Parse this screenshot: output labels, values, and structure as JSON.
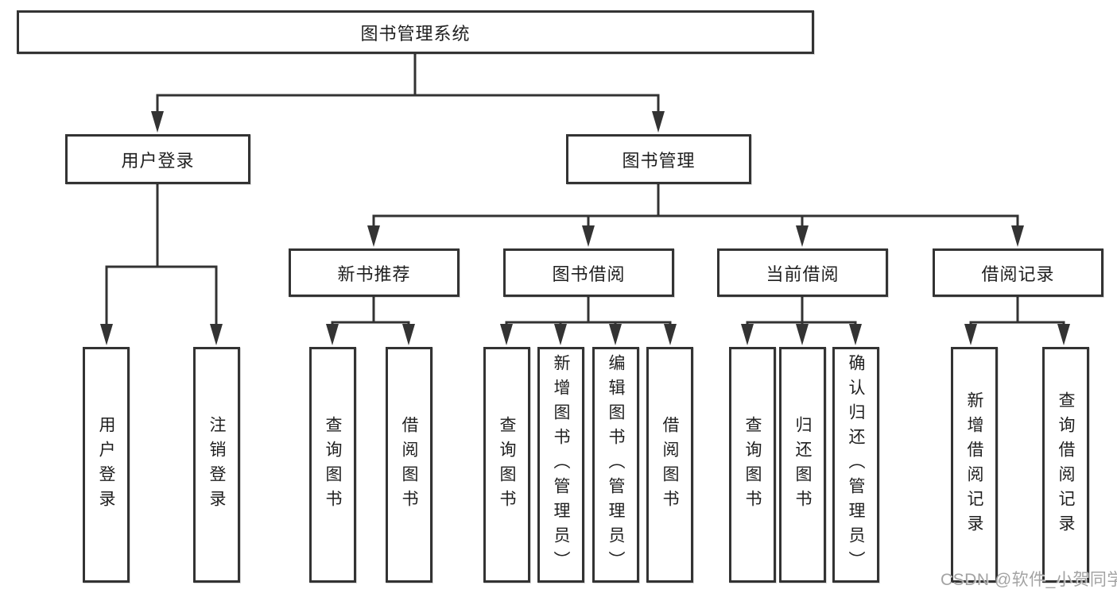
{
  "diagram": {
    "title": "图书管理系统",
    "watermark": "CSDN @软件_小贺同学",
    "colors": {
      "background": "#ffffff",
      "line": "#333333",
      "box_border": "#333333",
      "text": "#1f1f1f",
      "watermark": "#9e9e9e"
    },
    "nodes": {
      "root": "图书管理系统",
      "user_login": "用户登录",
      "book_manage": "图书管理",
      "new_book_rec": "新书推荐",
      "book_borrow": "图书借阅",
      "current_borrow": "当前借阅",
      "borrow_record": "借阅记录",
      "leaf_user_login": "用户登录",
      "leaf_logout": "注销登录",
      "leaf_rec_query": "查询图书",
      "leaf_rec_borrow": "借阅图书",
      "leaf_bb_query": "查询图书",
      "leaf_bb_add": "新增图书（管理员）",
      "leaf_bb_edit": "编辑图书（管理员）",
      "leaf_bb_borrow": "借阅图书",
      "leaf_cb_query": "查询图书",
      "leaf_cb_return": "归还图书",
      "leaf_cb_confirm": "确认归还（管理员）",
      "leaf_br_add": "新增借阅记录",
      "leaf_br_query": "查询借阅记录"
    },
    "edges": [
      [
        "图书管理系统",
        "用户登录"
      ],
      [
        "图书管理系统",
        "图书管理"
      ],
      [
        "用户登录",
        "用户登录"
      ],
      [
        "用户登录",
        "注销登录"
      ],
      [
        "图书管理",
        "新书推荐"
      ],
      [
        "图书管理",
        "图书借阅"
      ],
      [
        "图书管理",
        "当前借阅"
      ],
      [
        "图书管理",
        "借阅记录"
      ],
      [
        "新书推荐",
        "查询图书"
      ],
      [
        "新书推荐",
        "借阅图书"
      ],
      [
        "图书借阅",
        "查询图书"
      ],
      [
        "图书借阅",
        "新增图书（管理员）"
      ],
      [
        "图书借阅",
        "编辑图书（管理员）"
      ],
      [
        "图书借阅",
        "借阅图书"
      ],
      [
        "当前借阅",
        "查询图书"
      ],
      [
        "当前借阅",
        "归还图书"
      ],
      [
        "当前借阅",
        "确认归还（管理员）"
      ],
      [
        "借阅记录",
        "新增借阅记录"
      ],
      [
        "借阅记录",
        "查询借阅记录"
      ]
    ]
  }
}
